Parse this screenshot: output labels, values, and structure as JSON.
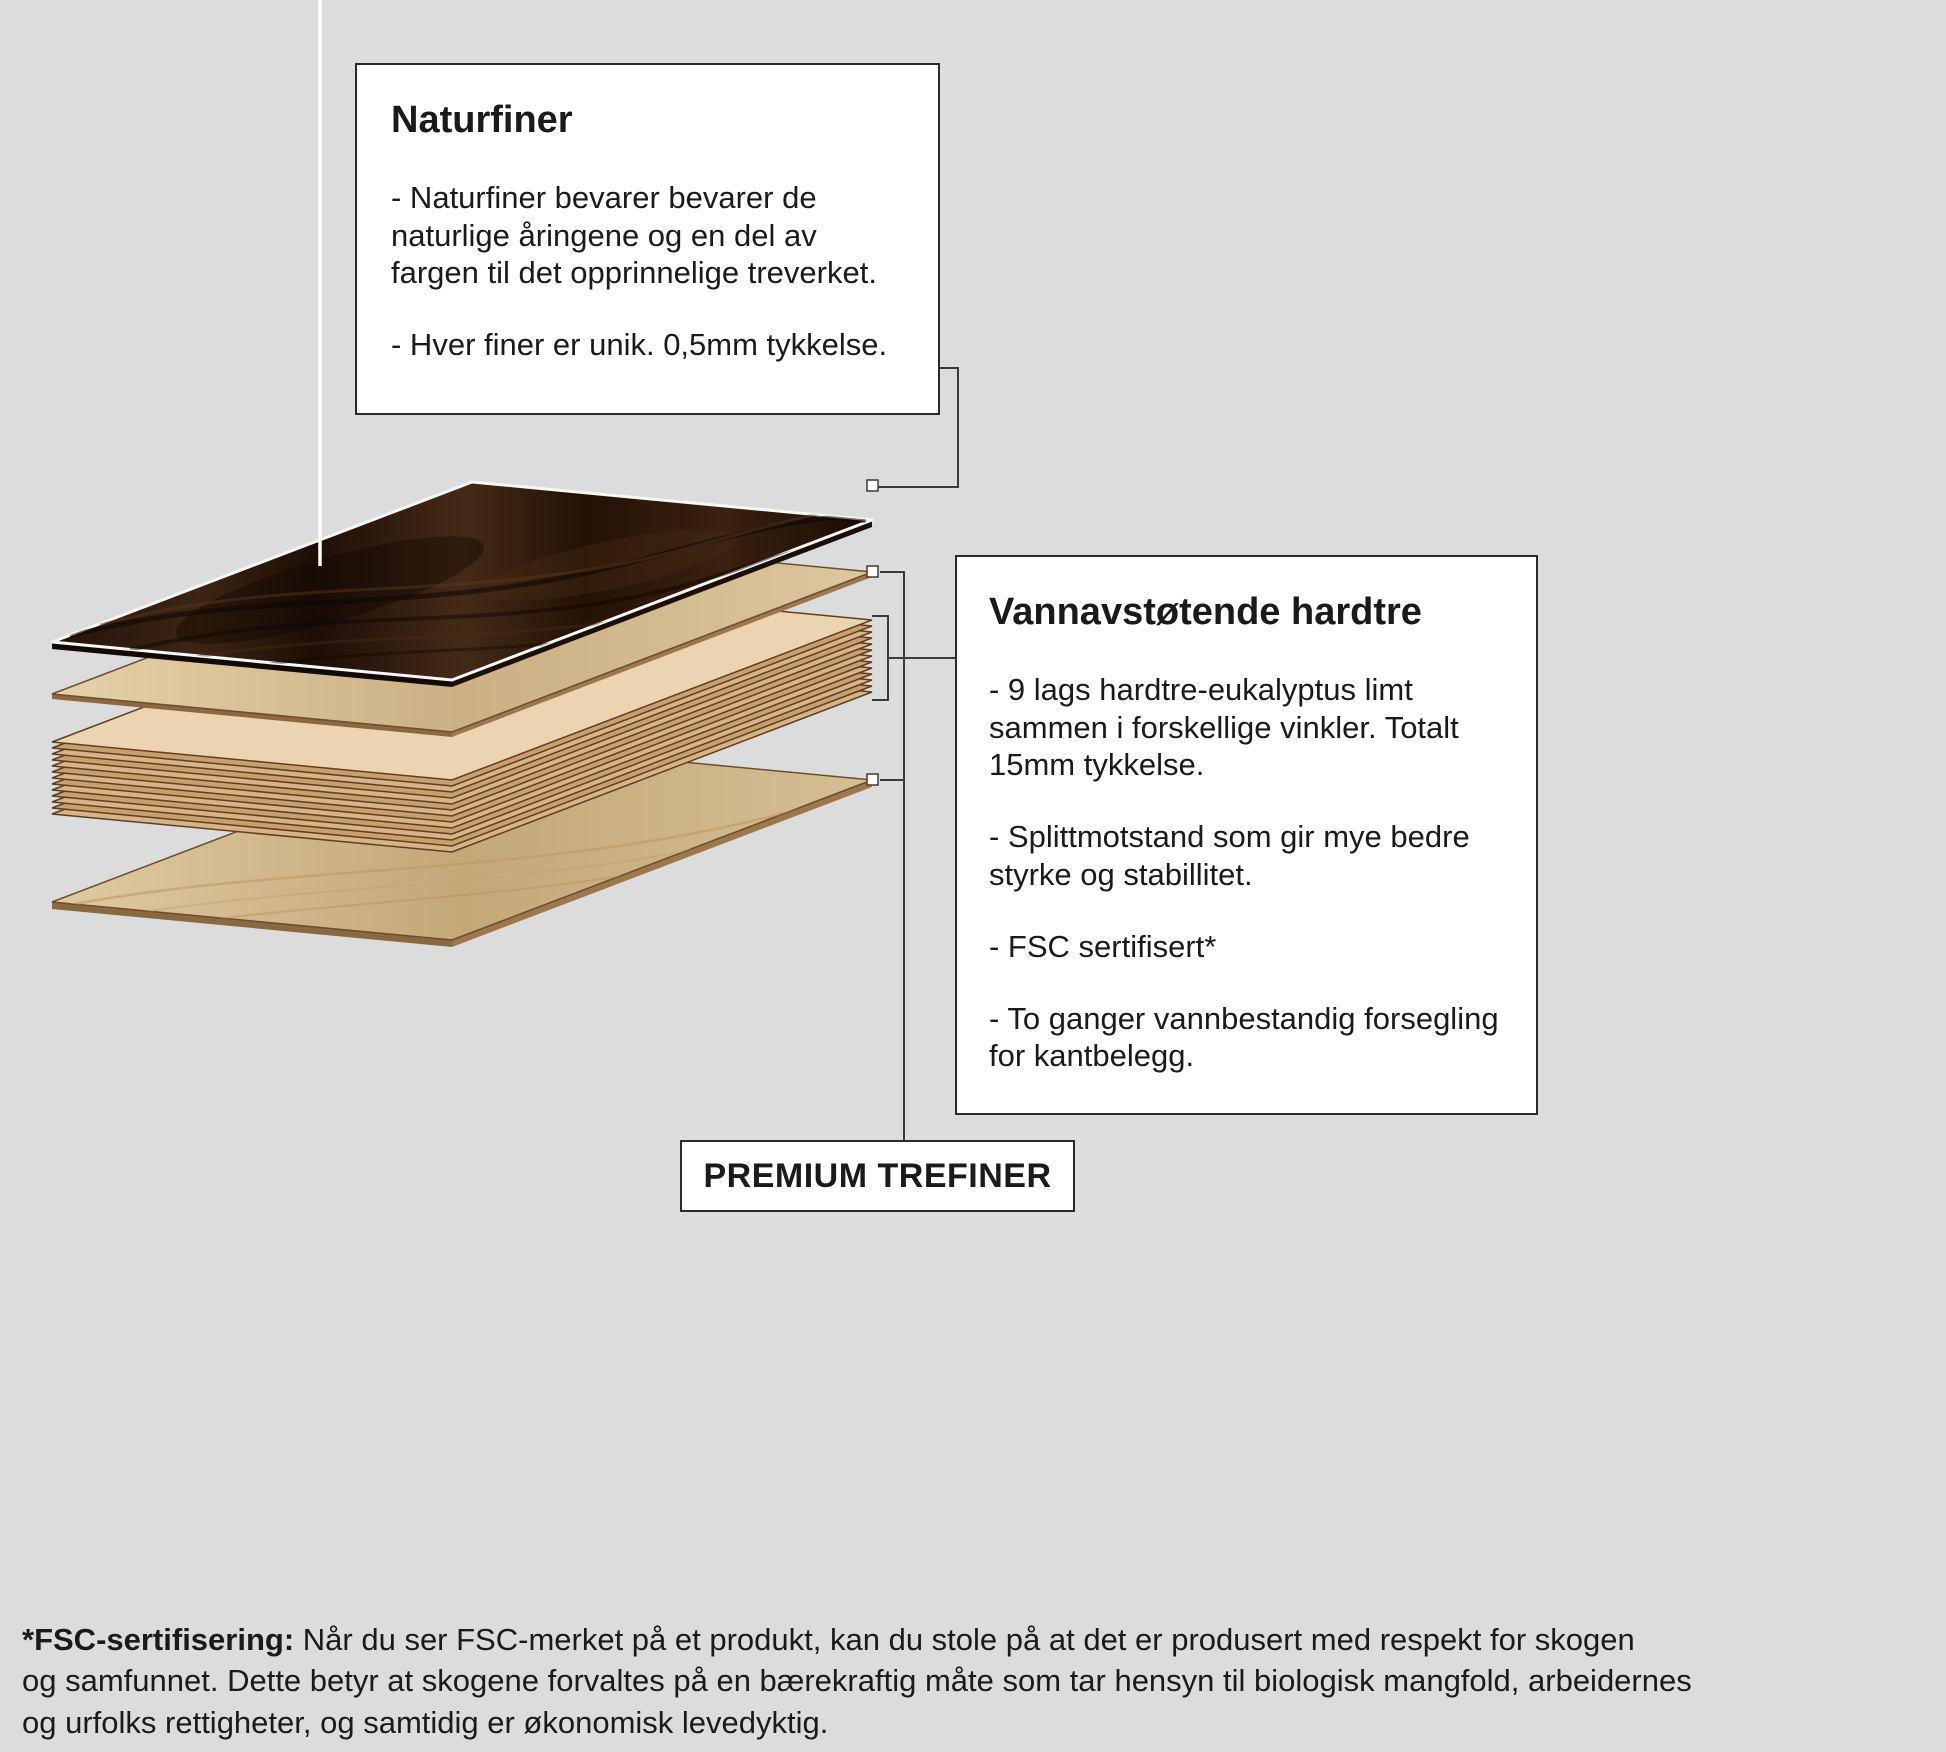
{
  "naturfiner_box": {
    "title": "Naturfiner",
    "paragraphs": [
      "- Naturfiner bevarer bevarer de\nnaturlige åringene og en del av\nfargen til det opprinnelige treverket.",
      "- Hver finer er unik. 0,5mm tykkelse."
    ]
  },
  "hardtre_box": {
    "title": "Vannavstøtende hardtre",
    "paragraphs": [
      "- 9 lags hardtre-eukalyptus limt\nsammen i forskellige vinkler. Totalt\n15mm tykkelse.",
      "- Splittmotstand som gir mye bedre\nstyrke og stabillitet.",
      "- FSC sertifisert*",
      "- To ganger vannbestandig forsegling\nfor kantbelegg."
    ]
  },
  "premium_label": {
    "text": "PREMIUM TREFINER"
  },
  "footnote": {
    "lead": "*FSC-sertifisering:",
    "text": " Når du ser FSC-merket på et produkt, kan du stole på at det er produsert med respekt for skogen\nog samfunnet. Dette betyr at skogene forvaltes på en bærekraftig måte som tar hensyn til biologisk mangfold, arbeidernes\nog urfolks rettigheter, og samtidig er økonomisk levedyktig."
  },
  "colors": {
    "background": "#dcdcdc",
    "dark_veneer": "#2e1a0c",
    "light_veneer": "#d8c198",
    "core_top": "#ecd3b2",
    "core_stripe_light": "#d6b488",
    "core_stripe_dark": "#c89f6d",
    "box_border": "#2a2a2a",
    "leader_line": "#3a3a3a"
  }
}
